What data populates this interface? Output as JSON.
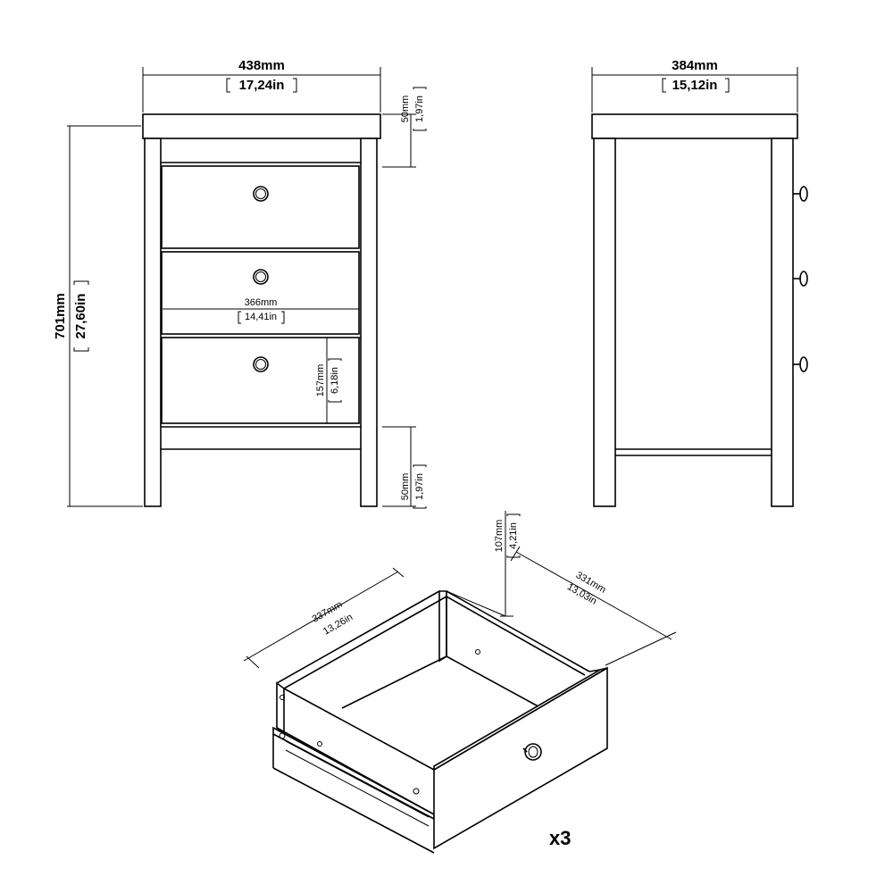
{
  "front": {
    "width": {
      "mm": "438mm",
      "in": "17,24in"
    },
    "height": {
      "mm": "701mm",
      "in": "27,60in"
    },
    "top_thickness": {
      "mm": "50mm",
      "in": "1,97in"
    },
    "bottom_clearance": {
      "mm": "50mm",
      "in": "1,97in"
    },
    "drawer_width": {
      "mm": "366mm",
      "in": "14,41in"
    },
    "drawer_height": {
      "mm": "157mm",
      "in": "6,18in"
    }
  },
  "side": {
    "depth": {
      "mm": "384mm",
      "in": "15,12in"
    }
  },
  "drawer": {
    "height": {
      "mm": "107mm",
      "in": "4,21in"
    },
    "length": {
      "mm": "337mm",
      "in": "13,26in"
    },
    "width": {
      "mm": "331mm",
      "in": "13,03in"
    },
    "quantity": "x3"
  }
}
